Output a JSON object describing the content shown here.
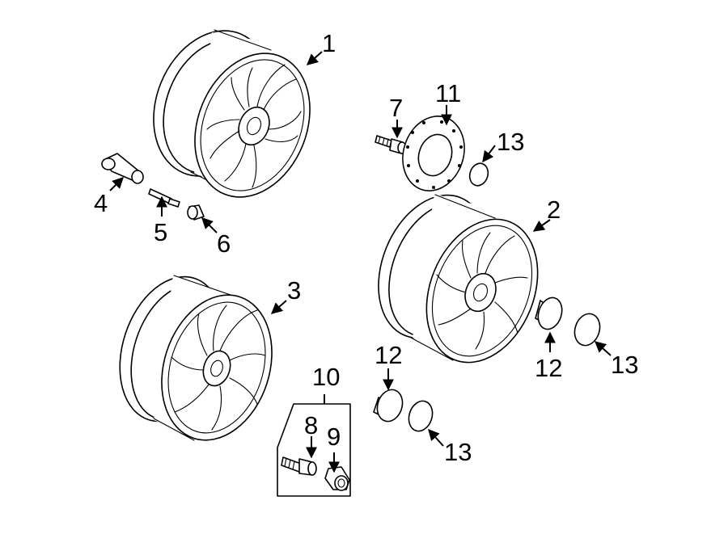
{
  "diagram": {
    "callouts": [
      {
        "id": "c1",
        "text": "1"
      },
      {
        "id": "c2",
        "text": "2"
      },
      {
        "id": "c3",
        "text": "3"
      },
      {
        "id": "c4",
        "text": "4"
      },
      {
        "id": "c5",
        "text": "5"
      },
      {
        "id": "c6",
        "text": "6"
      },
      {
        "id": "c7",
        "text": "7"
      },
      {
        "id": "c8",
        "text": "8"
      },
      {
        "id": "c9",
        "text": "9"
      },
      {
        "id": "c10",
        "text": "10"
      },
      {
        "id": "c11",
        "text": "11"
      },
      {
        "id": "c12a",
        "text": "12"
      },
      {
        "id": "c12b",
        "text": "12"
      },
      {
        "id": "c13a",
        "text": "13"
      },
      {
        "id": "c13b",
        "text": "13"
      },
      {
        "id": "c13c",
        "text": "13"
      }
    ]
  }
}
